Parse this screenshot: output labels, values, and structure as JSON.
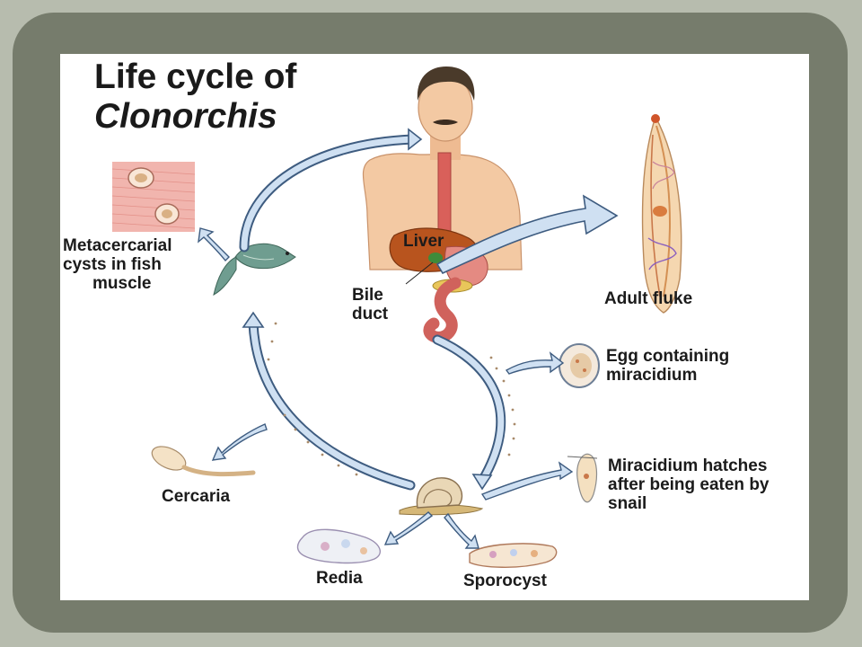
{
  "title": {
    "line1": "Life cycle of",
    "line2": "Clonorchis"
  },
  "labels": {
    "liver": "Liver",
    "bile_duct": [
      "Bile",
      "duct"
    ],
    "adult_fluke": "Adult fluke",
    "metacercarial": [
      "Metacercarial",
      "cysts in fish",
      "muscle"
    ],
    "egg": [
      "Egg containing",
      "miracidium"
    ],
    "miracidium": [
      "Miracidium hatches",
      "after being eaten by",
      "snail"
    ],
    "cercaria": "Cercaria",
    "redia": "Redia",
    "sporocyst": "Sporocyst"
  },
  "colors": {
    "outer_background": "#b7bcae",
    "frame": "#767c6c",
    "panel": "#ffffff",
    "arrow_fill": "#cfe0f2",
    "arrow_stroke": "#3e5c80",
    "skin": "#f3c9a3",
    "liver": "#b8541e"
  }
}
